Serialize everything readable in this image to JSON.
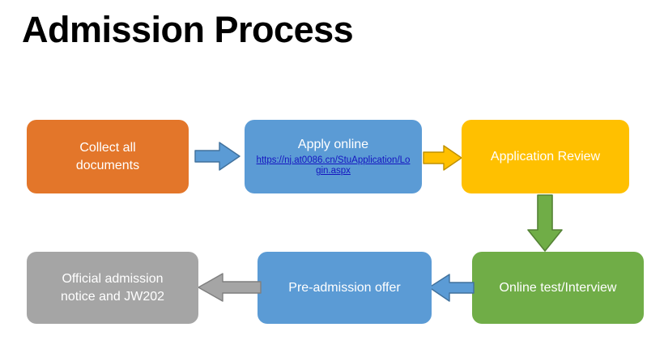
{
  "title": "Admission Process",
  "diagram": {
    "type": "flowchart",
    "background": "#FFFFFF",
    "nodes": [
      {
        "id": "collect",
        "label": "Collect all\ndocuments",
        "color": "#E3762A",
        "text_color": "#FFFFFF"
      },
      {
        "id": "apply",
        "label": "Apply online",
        "link": "https://nj.at0086.cn/StuApplication/Login.aspx",
        "link_color": "#1515C0",
        "color": "#5B9BD5",
        "text_color": "#FFFFFF"
      },
      {
        "id": "review",
        "label": "Application Review",
        "color": "#FFC000",
        "text_color": "#FFFFFF"
      },
      {
        "id": "test",
        "label": "Online test/Interview",
        "color": "#70AD47",
        "text_color": "#FFFFFF"
      },
      {
        "id": "offer",
        "label": "Pre-admission offer",
        "color": "#5B9BD5",
        "text_color": "#FFFFFF"
      },
      {
        "id": "notice",
        "label": "Official admission\nnotice and JW202",
        "color": "#A5A5A5",
        "text_color": "#FFFFFF"
      }
    ],
    "arrows": [
      {
        "id": "collect-to-apply",
        "direction": "right",
        "color": "#5B9BD5",
        "border": "#41719C"
      },
      {
        "id": "apply-to-review",
        "direction": "right",
        "color": "#FFC000",
        "border": "#BF9000"
      },
      {
        "id": "review-to-test",
        "direction": "down",
        "color": "#70AD47",
        "border": "#548235"
      },
      {
        "id": "test-to-offer",
        "direction": "left",
        "color": "#5B9BD5",
        "border": "#41719C"
      },
      {
        "id": "offer-to-notice",
        "direction": "left",
        "color": "#A5A5A5",
        "border": "#7F7F7F"
      }
    ]
  }
}
